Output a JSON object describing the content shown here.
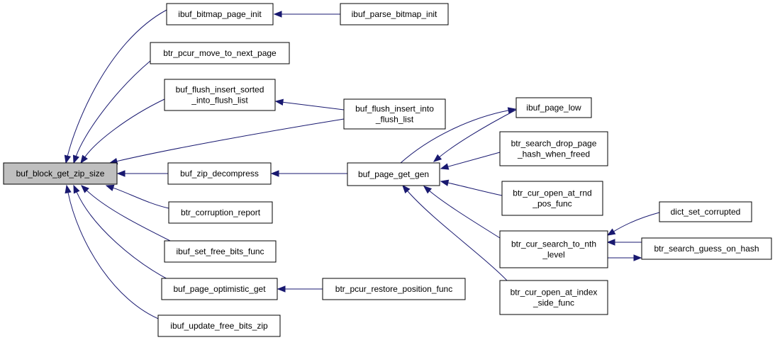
{
  "graph": {
    "edge_color": "#191970",
    "root_fill": "#bfbfbf",
    "nodes": [
      {
        "id": "root",
        "lines": [
          "buf_block_get_zip_size"
        ],
        "root": true
      },
      {
        "id": "n1",
        "lines": [
          "ibuf_bitmap_page_init"
        ]
      },
      {
        "id": "n2",
        "lines": [
          "ibuf_parse_bitmap_init"
        ]
      },
      {
        "id": "n3",
        "lines": [
          "btr_pcur_move_to_next_page"
        ]
      },
      {
        "id": "n4",
        "lines": [
          "buf_flush_insert_sorted",
          "_into_flush_list"
        ]
      },
      {
        "id": "n5",
        "lines": [
          "buf_flush_insert_into",
          "_flush_list"
        ]
      },
      {
        "id": "n6",
        "lines": [
          "buf_zip_decompress"
        ]
      },
      {
        "id": "n7",
        "lines": [
          "buf_page_get_gen"
        ]
      },
      {
        "id": "n8",
        "lines": [
          "ibuf_page_low"
        ]
      },
      {
        "id": "n9",
        "lines": [
          "btr_search_drop_page",
          "_hash_when_freed"
        ]
      },
      {
        "id": "n10",
        "lines": [
          "btr_cur_open_at_rnd",
          "_pos_func"
        ]
      },
      {
        "id": "n11",
        "lines": [
          "btr_cur_search_to_nth",
          "_level"
        ]
      },
      {
        "id": "n12",
        "lines": [
          "dict_set_corrupted"
        ]
      },
      {
        "id": "n13",
        "lines": [
          "btr_search_guess_on_hash"
        ]
      },
      {
        "id": "n14",
        "lines": [
          "btr_cur_open_at_index",
          "_side_func"
        ]
      },
      {
        "id": "n15",
        "lines": [
          "btr_corruption_report"
        ]
      },
      {
        "id": "n16",
        "lines": [
          "ibuf_set_free_bits_func"
        ]
      },
      {
        "id": "n17",
        "lines": [
          "buf_page_optimistic_get"
        ]
      },
      {
        "id": "n18",
        "lines": [
          "btr_pcur_restore_position_func"
        ]
      },
      {
        "id": "n19",
        "lines": [
          "ibuf_update_free_bits_zip"
        ]
      }
    ],
    "edges": [
      {
        "from": "n1",
        "to": "root"
      },
      {
        "from": "n2",
        "to": "n1"
      },
      {
        "from": "n3",
        "to": "root"
      },
      {
        "from": "n4",
        "to": "root"
      },
      {
        "from": "n5",
        "to": "n4"
      },
      {
        "from": "n5",
        "to": "root"
      },
      {
        "from": "n6",
        "to": "root"
      },
      {
        "from": "n7",
        "to": "n6"
      },
      {
        "from": "n8",
        "to": "n7"
      },
      {
        "from": "n7",
        "to": "n8"
      },
      {
        "from": "n9",
        "to": "n7"
      },
      {
        "from": "n10",
        "to": "n7"
      },
      {
        "from": "n11",
        "to": "n7"
      },
      {
        "from": "n14",
        "to": "n7"
      },
      {
        "from": "n12",
        "to": "n11"
      },
      {
        "from": "n13",
        "to": "n11"
      },
      {
        "from": "n11",
        "to": "n13"
      },
      {
        "from": "n15",
        "to": "root"
      },
      {
        "from": "n16",
        "to": "root"
      },
      {
        "from": "n17",
        "to": "root"
      },
      {
        "from": "n18",
        "to": "n17"
      },
      {
        "from": "n19",
        "to": "root"
      }
    ]
  }
}
